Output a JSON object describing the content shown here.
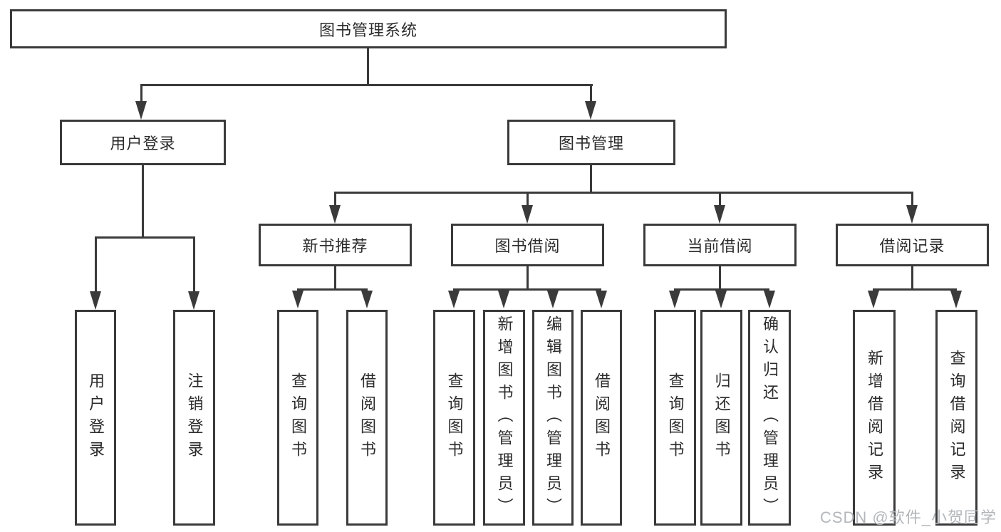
{
  "diagram_title": "图书管理系统",
  "tree": {
    "root": "图书管理系统",
    "branches": [
      {
        "label": "用户登录",
        "children": [
          "用户登录",
          "注销登录"
        ]
      },
      {
        "label": "图书管理",
        "groups": [
          {
            "label": "新书推荐",
            "children": [
              "查询图书",
              "借阅图书"
            ]
          },
          {
            "label": "图书借阅",
            "children": [
              "查询图书",
              "新增图书（管理员）",
              "编辑图书（管理员）",
              "借阅图书"
            ]
          },
          {
            "label": "当前借阅",
            "children": [
              "查询图书",
              "归还图书",
              "确认归还（管理员）"
            ]
          },
          {
            "label": "借阅记录",
            "children": [
              "新增借阅记录",
              "查询借阅记录"
            ]
          }
        ]
      }
    ]
  },
  "watermark": {
    "text": "CSDN @软件_小贺同学"
  },
  "colors": {
    "line": "#3a3a3a",
    "text": "#2b2b2b",
    "background": "#ffffff",
    "watermark": "#b3b7bb"
  }
}
